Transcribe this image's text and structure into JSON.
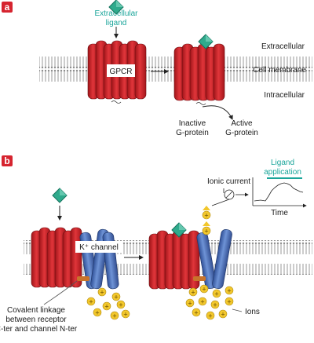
{
  "panel_a": {
    "letter": "a",
    "ligand_label_line1": "Extracellular",
    "ligand_label_line2": "ligand",
    "receptor_label": "GPCR",
    "side_labels": [
      "Extracellular",
      "Cell membrane",
      "Intracellular"
    ],
    "gprotein_inactive_line1": "Inactive",
    "gprotein_inactive_line2": "G-protein",
    "gprotein_active_line1": "Active",
    "gprotein_active_line2": "G-protein"
  },
  "panel_b": {
    "letter": "b",
    "channel_label": "K⁺ channel",
    "ionic_current_label": "Ionic current",
    "ligand_application_line1": "Ligand",
    "ligand_application_line2": "application",
    "time_label": "Time",
    "ions_label": "Ions",
    "linkage_line1": "Covalent linkage",
    "linkage_line2": "between receptor",
    "linkage_line3": "C-ter and channel N-ter",
    "ion_symbol": "+"
  },
  "colors": {
    "panel_badge": "#d6242f",
    "receptor_red": "#d6242f",
    "channel_blue": "#4a74c4",
    "ligand_green": "#2faa8c",
    "ion_yellow": "#f2c72c",
    "accent_teal": "#1aa59a",
    "linker_orange": "#c8742c",
    "membrane_grey": "#9a9a9a"
  }
}
